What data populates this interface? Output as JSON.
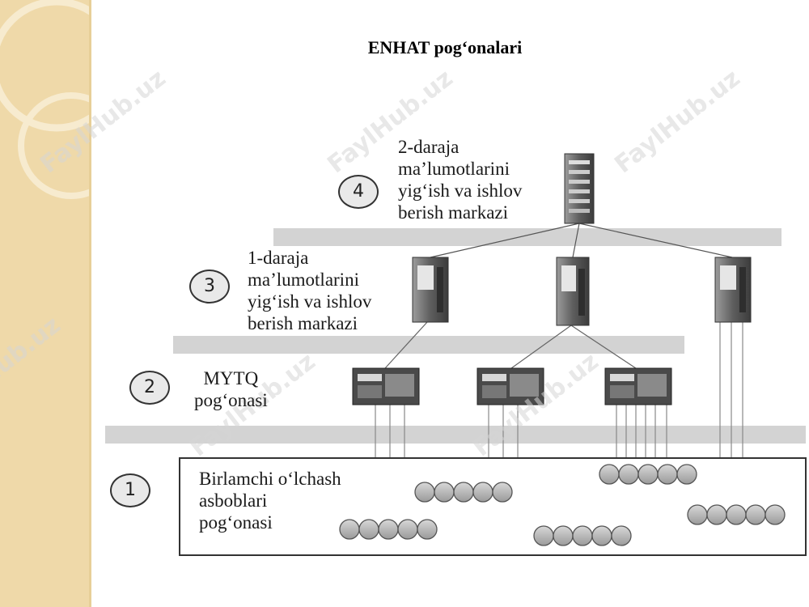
{
  "title": "ENHAT pog‘onalari",
  "levels": [
    {
      "number": "4",
      "lines": [
        "2-daraja",
        "ma’lumotlarini",
        "yig‘ish va ishlov",
        "berish markazi"
      ]
    },
    {
      "number": "3",
      "lines": [
        "1-daraja",
        "ma’lumotlarini",
        "yig‘ish va ishlov",
        "berish markazi"
      ]
    },
    {
      "number": "2",
      "lines": [
        "MYTQ",
        "pog‘onasi"
      ]
    },
    {
      "number": "1",
      "lines": [
        "Birlamchi o‘lchash",
        "asboblari",
        "pog‘onasi"
      ]
    }
  ],
  "watermark": "FaylHub.uz",
  "colors": {
    "bar": "#d3d3d3",
    "server": "#6e6e6e",
    "device": "#bdbdbd",
    "panel": "#efd9a9"
  }
}
